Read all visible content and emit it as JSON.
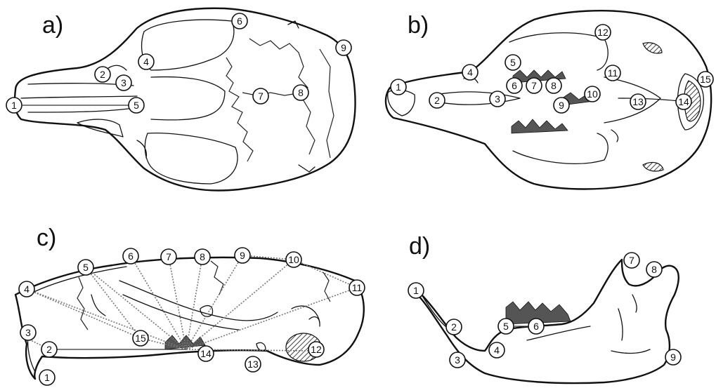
{
  "panels": [
    {
      "id": "a",
      "label": "a)",
      "landmarks": [
        "1",
        "2",
        "3",
        "4",
        "5",
        "6",
        "7",
        "8",
        "9"
      ]
    },
    {
      "id": "b",
      "label": "b)",
      "landmarks": [
        "1",
        "2",
        "3",
        "4",
        "5",
        "6",
        "7",
        "8",
        "9",
        "10",
        "11",
        "12",
        "13",
        "14",
        "15"
      ]
    },
    {
      "id": "c",
      "label": "c)",
      "landmarks": [
        "1",
        "2",
        "3",
        "4",
        "5",
        "6",
        "7",
        "8",
        "9",
        "10",
        "11",
        "12",
        "13",
        "14",
        "15"
      ]
    },
    {
      "id": "d",
      "label": "d)",
      "landmarks": [
        "1",
        "2",
        "3",
        "4",
        "5",
        "6",
        "7",
        "8",
        "9"
      ]
    }
  ]
}
